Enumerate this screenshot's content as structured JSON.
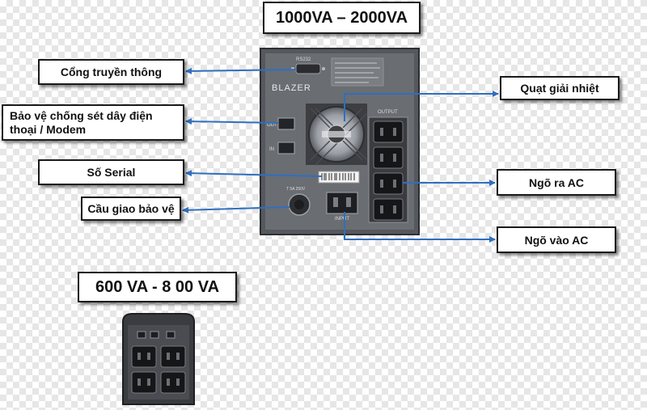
{
  "labels": {
    "big_model_title": "1000VA – 2000VA",
    "communication_port": "Cổng truyền thông",
    "surge_protection_line1": "Bảo vệ chống sét dây điện",
    "surge_protection_line2": "thoại / Modem",
    "serial_number": "Số Serial",
    "fuse": "Cầu giao bảo vệ",
    "cooling_fan": "Quạt giải nhiệt",
    "ac_output": "Ngõ ra AC",
    "ac_input": "Ngõ vào AC",
    "small_model_title": "600 VA - 8 00 VA"
  },
  "device_text": {
    "brand": "BLAZER",
    "port_label": "RS232",
    "out_label": "OUT",
    "in_label": "IN",
    "output_label": "OUTPUT",
    "input_label": "INPUT",
    "fuse_rating": "T 5A 250V"
  },
  "colors": {
    "arrow": "#2f6fbf",
    "device_body": "#4a4c50",
    "device_panel": "#6a6d72",
    "label_border": "#1a1a1a"
  }
}
